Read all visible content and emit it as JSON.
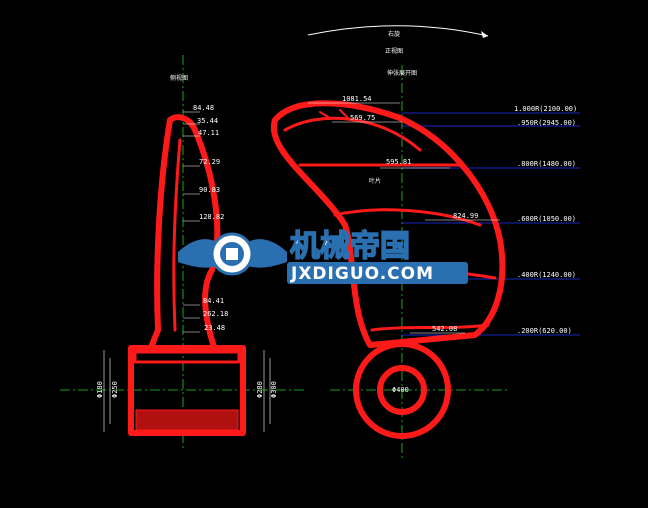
{
  "labels": {
    "side_view": "侧视图",
    "rotation": "右旋",
    "front_view": "正视图",
    "development_view": "伸张展开图",
    "expand_label": "叶片"
  },
  "side_dims": [
    "84.48",
    "35.44",
    "47.11",
    "72.29",
    "90.83",
    "128.82",
    "84.41",
    "262.18",
    "23.48"
  ],
  "front_dims": {
    "top_width": "1081.54",
    "d1": "569.75",
    "d2": "595.81",
    "d3": "824.99",
    "d4": "542.08",
    "hub": "Φ400"
  },
  "hub_side_dims": [
    "Φ180",
    "Φ250",
    "Φ280",
    "Φ300"
  ],
  "radius_stations": [
    "1.000R(2100.00)",
    ".950R(2945.00)",
    ".800R(1480.00)",
    ".600R(1050.00)",
    ".400R(1240.00)",
    ".200R(620.00)"
  ],
  "watermark": {
    "cn": "机械帝国",
    "en": "JXDIGUO.COM"
  },
  "colors": {
    "background": "#000000",
    "outline": "#ff1a1a",
    "centerline": "#22cc22",
    "station_line": "#2233ff",
    "dimension": "#ffffff",
    "watermark_blue": "#2a6fb0"
  }
}
